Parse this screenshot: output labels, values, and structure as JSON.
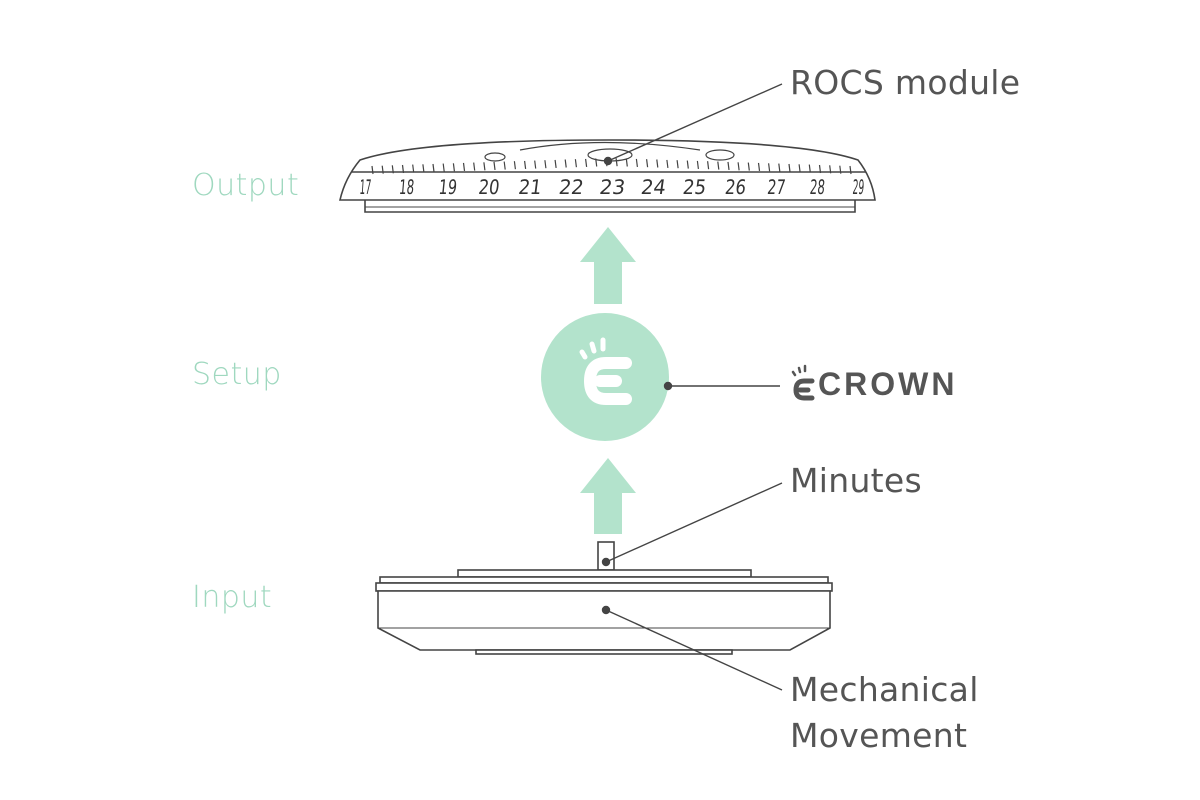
{
  "stages": {
    "output": "Output",
    "setup": "Setup",
    "input": "Input"
  },
  "callouts": {
    "rocs_module": "ROCS module",
    "minutes": "Minutes",
    "mechanical_movement_line1": "Mechanical",
    "mechanical_movement_line2": "Movement"
  },
  "brand": {
    "name": "CROWN",
    "icon": "ecrown-logo-icon"
  },
  "dial_numbers": [
    "17",
    "18",
    "19",
    "20",
    "21",
    "22",
    "23",
    "24",
    "25",
    "26",
    "27",
    "28",
    "29"
  ],
  "colors": {
    "accent_green": "#b3e3cc",
    "label_green": "#9fd8bf",
    "line_gray": "#555555"
  }
}
